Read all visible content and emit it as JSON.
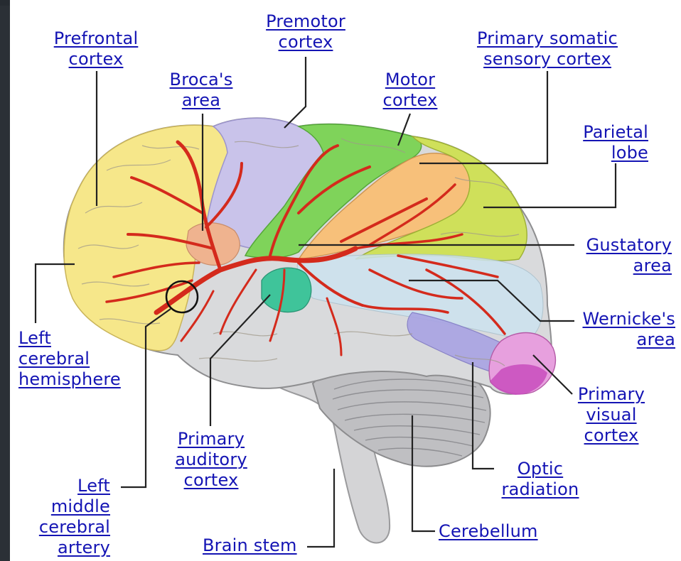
{
  "colors": {
    "link": "#1414b4",
    "leader": "#222222",
    "artery": "#d42a1c",
    "prefrontal": "#f6e78a",
    "premotor": "#c9c3ea",
    "motor": "#7fd35a",
    "somatic": "#f7c07a",
    "parietal": "#cfe05a",
    "temporal": "#d9dadc",
    "visual": "#d74bc8",
    "optic": "#a9a3e3",
    "auditory": "#3fc49a",
    "cerebellum": "#bfbfc2",
    "stem": "#d4d4d6"
  },
  "labels": {
    "prefrontal": [
      "Prefrontal",
      "cortex"
    ],
    "premotor": [
      "Premotor",
      "cortex"
    ],
    "broca": [
      "Broca's",
      "area"
    ],
    "motor": [
      "Motor",
      "cortex"
    ],
    "somatic": [
      "Primary somatic",
      "sensory cortex"
    ],
    "parietal": [
      "Parietal",
      "lobe"
    ],
    "gustatory": [
      "Gustatory",
      "area"
    ],
    "wernicke": [
      "Wernicke's",
      "area"
    ],
    "visual": [
      "Primary",
      "visual",
      "cortex"
    ],
    "optic": [
      "Optic",
      "radiation"
    ],
    "cerebellum": [
      "Cerebellum"
    ],
    "brainstem": [
      "Brain stem"
    ],
    "auditory": [
      "Primary",
      "auditory",
      "cortex"
    ],
    "artery": [
      "Left",
      "middle",
      "cerebral",
      "artery"
    ],
    "hemisphere": [
      "Left",
      "cerebral",
      "hemisphere"
    ]
  }
}
